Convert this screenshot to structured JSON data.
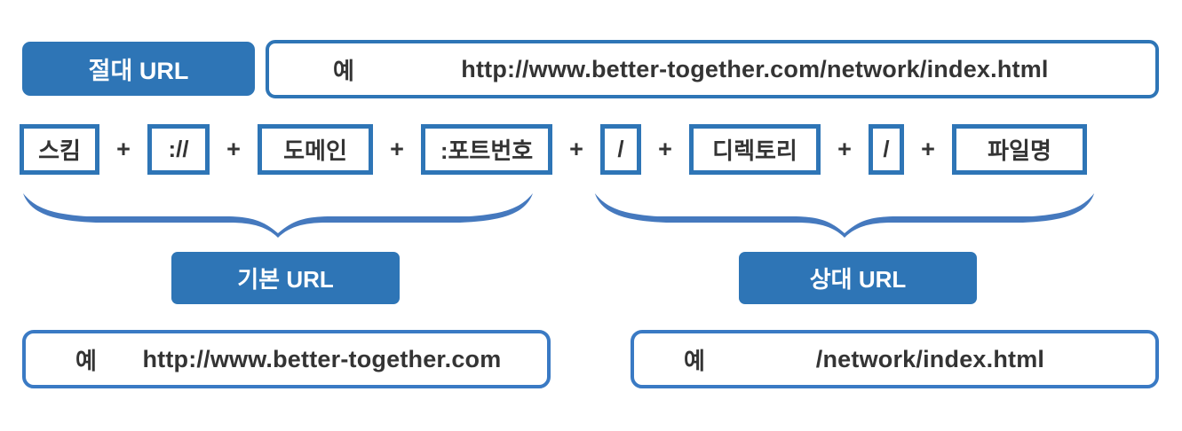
{
  "colors": {
    "accent": "#2e75b6",
    "brace": "#4579be",
    "text_dark": "#343434"
  },
  "absolute": {
    "label": "절대 URL",
    "example_prefix": "예",
    "example_url": "http://www.better-together.com/network/index.html"
  },
  "parts": {
    "plus": "+",
    "items": [
      {
        "label": "스킴"
      },
      {
        "label": "://"
      },
      {
        "label": "도메인"
      },
      {
        "label": ":포트번호"
      },
      {
        "label": "/"
      },
      {
        "label": "디렉토리"
      },
      {
        "label": "/"
      },
      {
        "label": "파일명"
      }
    ]
  },
  "base": {
    "label": "기본 URL",
    "example_prefix": "예",
    "example_url": "http://www.better-together.com"
  },
  "relative": {
    "label": "상대 URL",
    "example_prefix": "예",
    "example_url": "/network/index.html"
  }
}
